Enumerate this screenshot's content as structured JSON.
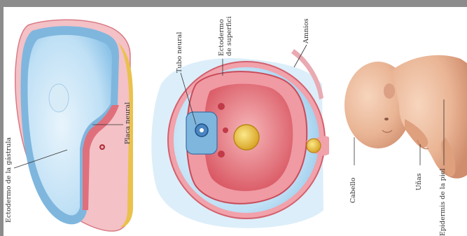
{
  "labels": {
    "ectodermo_gastrula": "Ectodermo de la gástrula",
    "placa_neural": "Placa neural",
    "tubo_neural": "Tubo neural",
    "ectodermo_superficie_1": "Ectodermo",
    "ectodermo_superficie_2": "de superfici",
    "amnios": "Amnios",
    "cabello": "Cabello",
    "unas": "Uñas",
    "epidermis_piel": "Epidermis de la piel"
  },
  "colors": {
    "frame": "#8c8c8c",
    "ectoderm_blue": "#a9d2ee",
    "tissue_red": "#e8828e",
    "dark_red": "#c13a48",
    "yolk": "#e7c23e",
    "skin": "#e9b494",
    "label_text": "#333333"
  }
}
